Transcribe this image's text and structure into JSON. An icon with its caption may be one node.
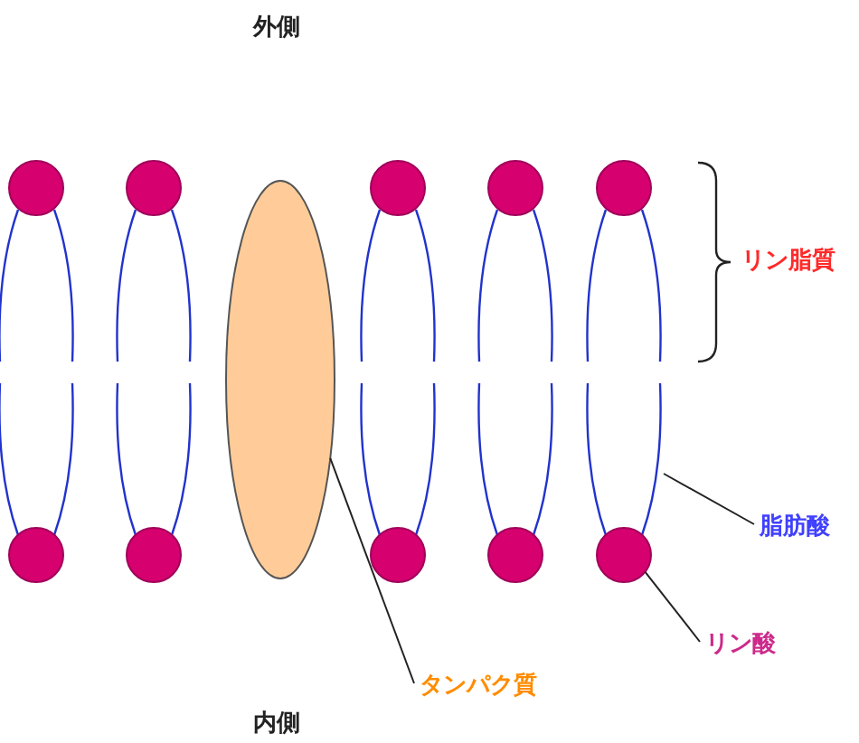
{
  "diagram": {
    "nodes": [
      {
        "text": [],
        "shape": "circle"
      },
      {
        "text": [],
        "shape": "circle"
      },
      {
        "text": [],
        "shape": "circle"
      },
      {
        "text": [],
        "shape": "circle"
      },
      {
        "text": [],
        "shape": "circle"
      },
      {
        "text": [],
        "shape": "ellipse"
      },
      {
        "text": [],
        "shape": "line"
      },
      {
        "text": [],
        "shape": "circle"
      },
      {
        "text": [],
        "shape": "circle"
      },
      {
        "text": [],
        "shape": "circle"
      },
      {
        "text": [],
        "shape": "circle"
      },
      {
        "text": [],
        "shape": "circle"
      },
      {
        "text": [
          "脂肪酸"
        ]
      },
      {
        "text": [
          "リン酸"
        ]
      },
      {
        "text": [
          "タンパク質"
        ]
      }
    ],
    "edges": [
      {
        "from": 12,
        "to": 6,
        "arrow": "none"
      },
      {
        "from": 13,
        "to": 11,
        "arrow": "none"
      },
      {
        "from": 14,
        "to": 5,
        "arrow": "none"
      }
    ],
    "labels": [
      "外側",
      "リン脂質",
      "内側"
    ]
  }
}
